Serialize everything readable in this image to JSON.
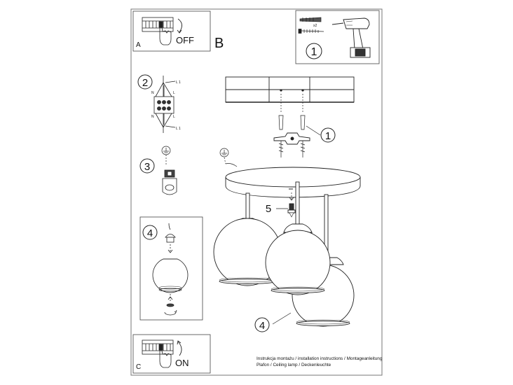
{
  "panels": {
    "a": {
      "letter": "A",
      "label": "OFF"
    },
    "b": {
      "letter": "B"
    },
    "c": {
      "letter": "C",
      "label": "ON"
    }
  },
  "steps": {
    "tools": "1",
    "wiring": "2",
    "ground": "3",
    "shade": "4",
    "mount": "1",
    "bulb": "5",
    "assembled_shade": "4"
  },
  "fixings": {
    "count": "x2"
  },
  "wiring_labels": {
    "top": "L 1",
    "bottom": "L 1",
    "n_top": "N",
    "n_bottom": "N",
    "l_top": "L",
    "l_bottom": "L"
  },
  "footer": {
    "line1": "Instrukcja montażu / installation instructions / Montageanleitung",
    "line2": "Plafon / Ceiling lamp / Deckenleuchte"
  },
  "colors": {
    "line": "#222222",
    "frame": "#777777",
    "background": "#ffffff"
  }
}
